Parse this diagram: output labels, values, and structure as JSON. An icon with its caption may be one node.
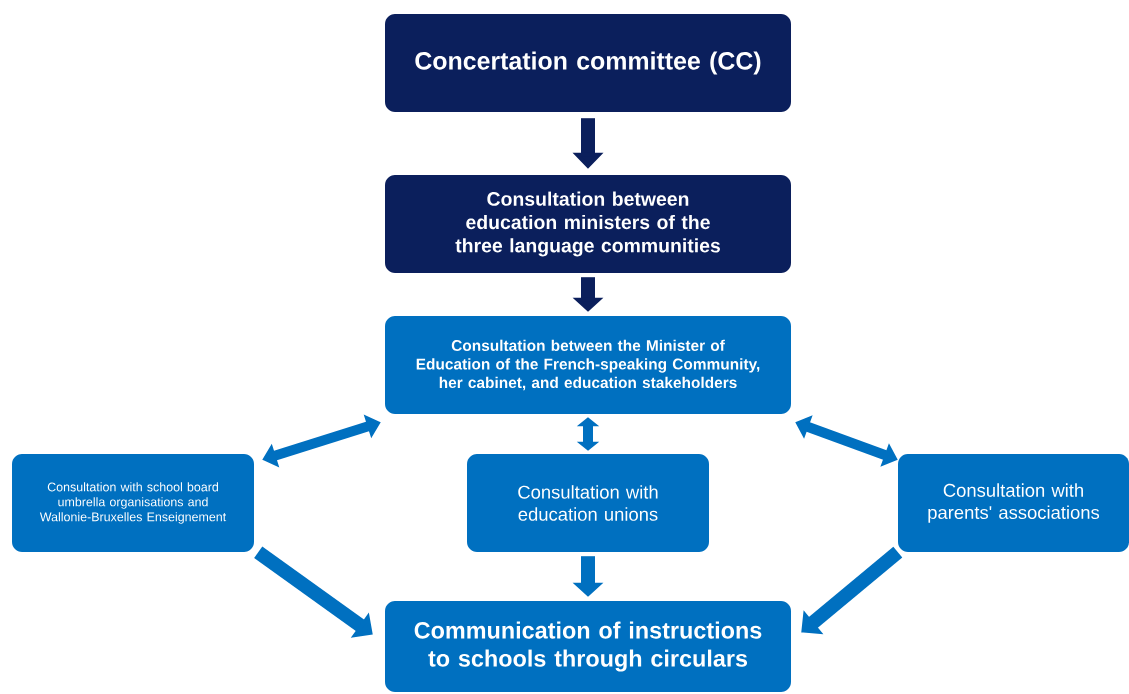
{
  "diagram": {
    "nodes": [
      {
        "text": [
          "Concertation committee (CC)"
        ]
      },
      {
        "text": [
          "Consultation between education ministers of the three language communities"
        ]
      },
      {
        "text": [
          "Consultation between the Minister of Education of the French-speaking Community, her cabinet, and education stakeholders"
        ]
      },
      {
        "text": [
          "Consultation with school board umbrella organisations and Wallonie-Bruxelles Enseignement"
        ]
      },
      {
        "text": [
          "Consultation with education unions"
        ]
      },
      {
        "text": [
          "Consultation with parents' associations"
        ]
      },
      {
        "text": [
          "Communication of instructions to schools through circulars"
        ]
      }
    ],
    "edges": [
      {
        "from": 0,
        "to": 1,
        "arrow": "to",
        "color": "#0b1f5c"
      },
      {
        "from": 1,
        "to": 2,
        "arrow": "to",
        "color": "#0b1f5c"
      },
      {
        "from": 2,
        "to": 3,
        "arrow": "both"
      },
      {
        "from": 2,
        "to": 4,
        "arrow": "both"
      },
      {
        "from": 2,
        "to": 5,
        "arrow": "both"
      },
      {
        "from": 3,
        "to": 6,
        "arrow": "to"
      },
      {
        "from": 4,
        "to": 6,
        "arrow": "to"
      },
      {
        "from": 5,
        "to": 6,
        "arrow": "to"
      }
    ]
  }
}
